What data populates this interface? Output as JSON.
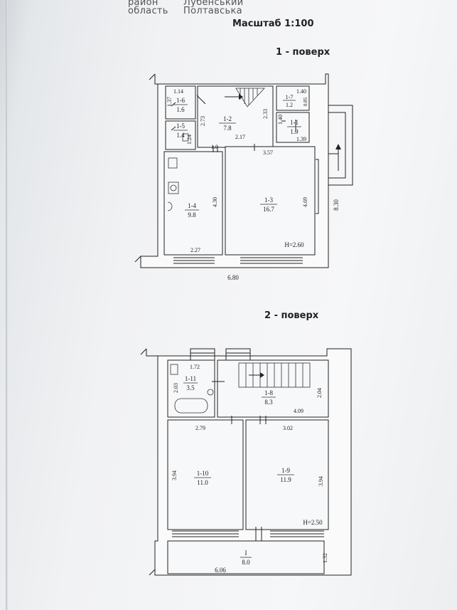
{
  "header": {
    "col1": [
      "район",
      "область"
    ],
    "col2": [
      "Лубенський",
      "Полтавська"
    ]
  },
  "scale_label": "Масштаб 1:100",
  "floor1": {
    "title": "1 - поверх",
    "rooms": [
      {
        "id": "1-6",
        "area": "1.6"
      },
      {
        "id": "1-5",
        "area": "1.4"
      },
      {
        "id": "1-2",
        "area": "7.8"
      },
      {
        "id": "1-7",
        "area": "1.2"
      },
      {
        "id": "1-1",
        "area": "1.9"
      },
      {
        "id": "1-4",
        "area": "9.8"
      },
      {
        "id": "1-3",
        "area": "16.7"
      }
    ],
    "dims": {
      "d114": "1.14",
      "d137": "1.37",
      "d124": "1.24",
      "d273": "2.73",
      "d233": "2.33",
      "d140a": "1.40",
      "d085": "0.85",
      "d140b": "1.40",
      "d139": "1.39",
      "d217": "2.17",
      "d10": "1.0",
      "d357": "3.57",
      "d430": "4.30",
      "d469": "4.69",
      "d227": "2.27",
      "d680": "6.80",
      "d830": "8.30"
    },
    "height": "H=2.60"
  },
  "floor2": {
    "title": "2 - поверх",
    "rooms": [
      {
        "id": "1-11",
        "area": "3.5"
      },
      {
        "id": "1-8",
        "area": "8.3"
      },
      {
        "id": "1-10",
        "area": "11.0"
      },
      {
        "id": "1-9",
        "area": "11.9"
      },
      {
        "id": "I",
        "area": "8.0"
      }
    ],
    "dims": {
      "d172": "1.72",
      "d203": "2.03",
      "d204": "2.04",
      "d409": "4.09",
      "d279": "2.79",
      "d302": "3.02",
      "d394a": "3.94",
      "d394b": "3.94",
      "d132": "1.32",
      "d606": "6.06"
    },
    "height": "H=2.50"
  }
}
